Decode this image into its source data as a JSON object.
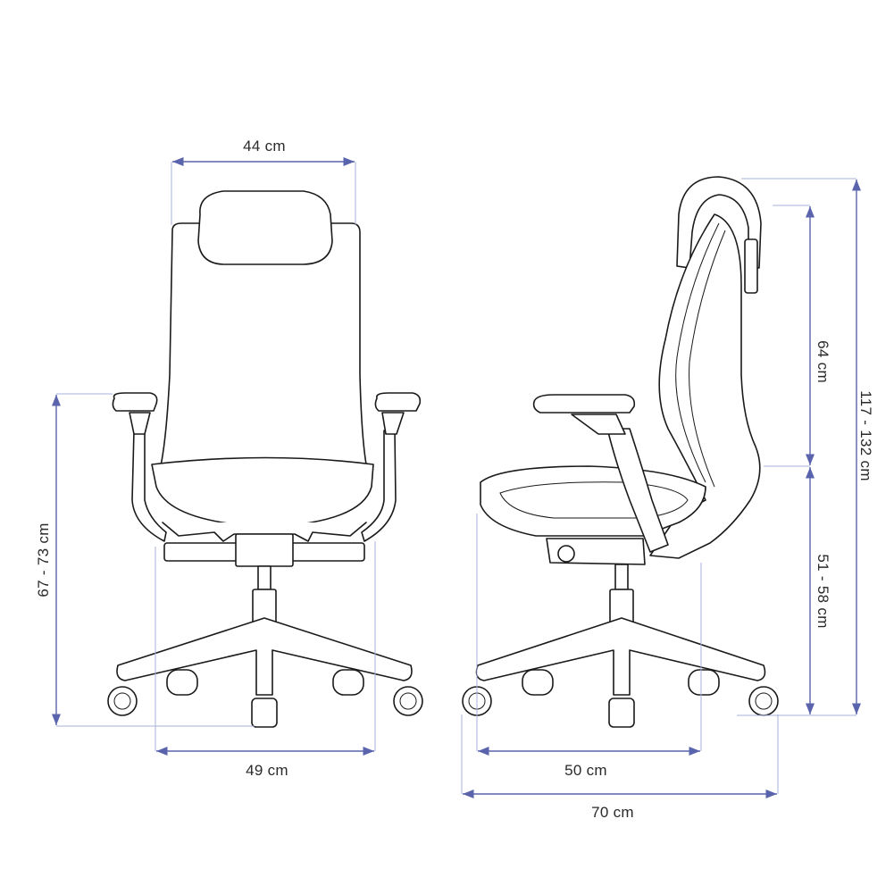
{
  "colors": {
    "dimension_line": "#5a64ad",
    "extension_line": "#aab0d8",
    "drawing": "#1a1a1a"
  },
  "front_view": {
    "backrest_width": "44 cm",
    "armrest_height": "67 - 73 cm",
    "seat_width": "49 cm"
  },
  "side_view": {
    "seat_depth": "50 cm",
    "base_depth": "70 cm",
    "backrest_height": "64 cm",
    "seat_height": "51 - 58 cm",
    "total_height": "117 - 132 cm"
  }
}
